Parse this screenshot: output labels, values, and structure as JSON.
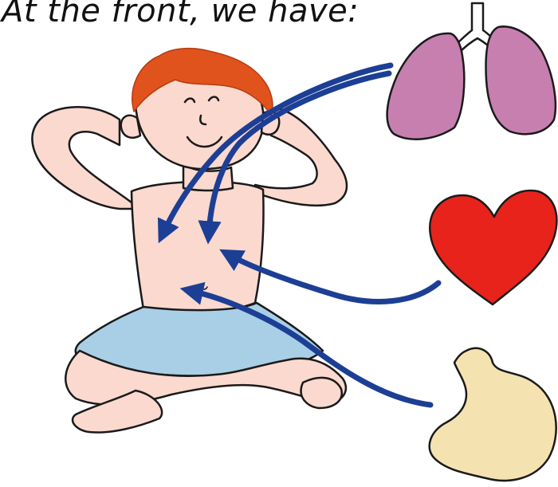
{
  "heading": "At the front, we have:",
  "organs": [
    {
      "name": "lungs",
      "color": "#c77fb0"
    },
    {
      "name": "heart",
      "color": "#e8231b"
    },
    {
      "name": "stomach",
      "color": "#f4e2b0"
    }
  ],
  "colors": {
    "arrow": "#1c3f95",
    "skin": "#fbd9cf",
    "hair": "#e0531c",
    "shorts": "#a9cfe7",
    "outline": "#1a1a1a"
  }
}
